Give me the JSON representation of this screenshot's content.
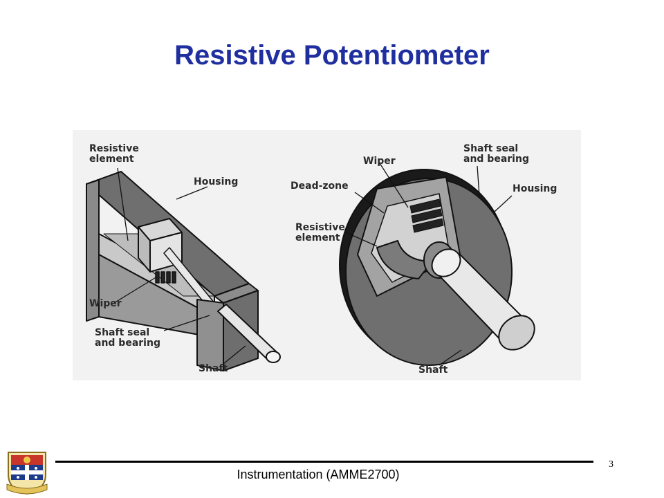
{
  "slide": {
    "title": "Resistive Potentiometer",
    "footer": "Instrumentation (AMME2700)",
    "page_number": "3"
  },
  "linear_diagram": {
    "labels": {
      "resistive_element": "Resistive\nelement",
      "housing": "Housing",
      "wiper": "Wiper",
      "shaft_seal": "Shaft seal\nand bearing",
      "shaft": "Shaft"
    }
  },
  "rotary_diagram": {
    "labels": {
      "wiper": "Wiper",
      "shaft_seal": "Shaft seal\nand bearing",
      "dead_zone": "Dead-zone",
      "housing": "Housing",
      "resistive_element": "Resistive\nelement",
      "shaft": "Shaft"
    }
  },
  "colors": {
    "title": "#1f2fa0",
    "housing": "#7a7a7a",
    "housing_dark": "#4a4a4a",
    "shaft": "#e6e6e6",
    "outline": "#111111"
  }
}
